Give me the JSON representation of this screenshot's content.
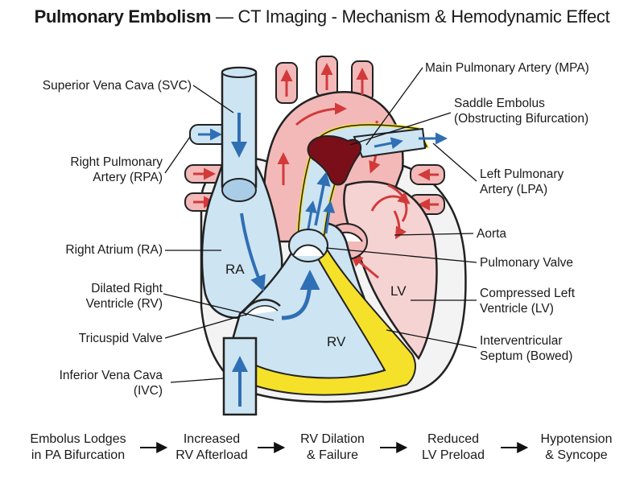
{
  "title": {
    "bold": "Pulmonary Embolism",
    "rest": " — CT Imaging - Mechanism & Hemodynamic Effect"
  },
  "labels": {
    "svc": [
      "Superior Vena Cava (SVC)"
    ],
    "rpa": [
      "Right Pulmonary",
      "Artery (RPA)"
    ],
    "ra": [
      "Right Atrium (RA)"
    ],
    "rv": [
      "Dilated Right",
      "Ventricle (RV)"
    ],
    "tricuspid": [
      "Tricuspid Valve"
    ],
    "ivc": [
      "Inferior Vena Cava",
      "(IVC)"
    ],
    "mpa": [
      "Main Pulmonary Artery (MPA)"
    ],
    "saddle": [
      "Saddle Embolus",
      "(Obstructing Bifurcation)"
    ],
    "lpa": [
      "Left Pulmonary",
      "Artery (LPA)"
    ],
    "aorta": [
      "Aorta"
    ],
    "pulm_valve": [
      "Pulmonary Valve"
    ],
    "lv": [
      "Compressed Left",
      "Ventricle (LV)"
    ],
    "septum": [
      "Interventricular",
      "Septum (Bowed)"
    ]
  },
  "inner_labels": {
    "ra": "RA",
    "rv": "RV",
    "lv": "LV"
  },
  "flow": [
    [
      "Embolus Lodges",
      "in PA Bifurcation"
    ],
    [
      "Increased",
      "RV Afterload"
    ],
    [
      "RV Dilation",
      "& Failure"
    ],
    [
      "Reduced",
      "LV Preload"
    ],
    [
      "Hypotension",
      "& Syncope"
    ]
  ],
  "colors": {
    "venous_blue": "#cde4f2",
    "arterial_red": "#f3b9b9",
    "lv_pink": "#f6d3d3",
    "septum_yellow": "#f5e12a",
    "clot": "#7a0f1a",
    "blue_arrow": "#2f6fb4",
    "red_arrow": "#d23a3a"
  }
}
